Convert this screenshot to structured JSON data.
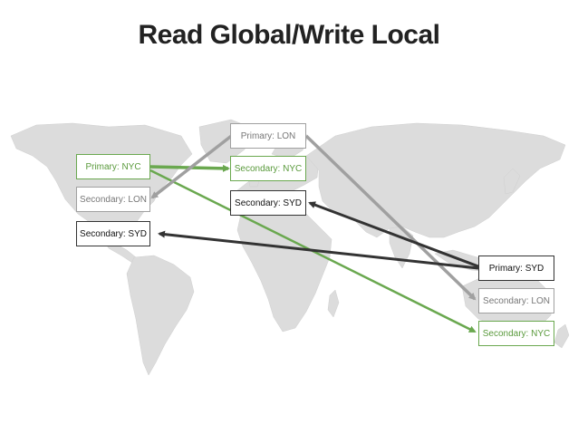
{
  "title": "Read Global/Write Local",
  "colors": {
    "green": "#6aa84f",
    "gray": "#a0a0a0",
    "black": "#333333",
    "land": "#dcdcdc"
  },
  "nodes": {
    "nyc_primary": "Primary: NYC",
    "nyc_secondary_lon": "Secondary: LON",
    "nyc_secondary_syd": "Secondary: SYD",
    "lon_primary": "Primary: LON",
    "lon_secondary_nyc": "Secondary: NYC",
    "lon_secondary_syd": "Secondary: SYD",
    "syd_primary": "Primary: SYD",
    "syd_secondary_lon": "Secondary: LON",
    "syd_secondary_nyc": "Secondary: NYC"
  },
  "edges": [
    {
      "from": "Primary: NYC",
      "to": "Secondary: NYC",
      "color": "green"
    },
    {
      "from": "Primary: NYC",
      "to": "Secondary: NYC",
      "color": "green"
    },
    {
      "from": "Primary: LON",
      "to": "Secondary: LON",
      "color": "gray"
    },
    {
      "from": "Primary: LON",
      "to": "Secondary: LON",
      "color": "gray"
    },
    {
      "from": "Primary: SYD",
      "to": "Secondary: SYD",
      "color": "black"
    },
    {
      "from": "Primary: SYD",
      "to": "Secondary: SYD",
      "color": "black"
    }
  ]
}
